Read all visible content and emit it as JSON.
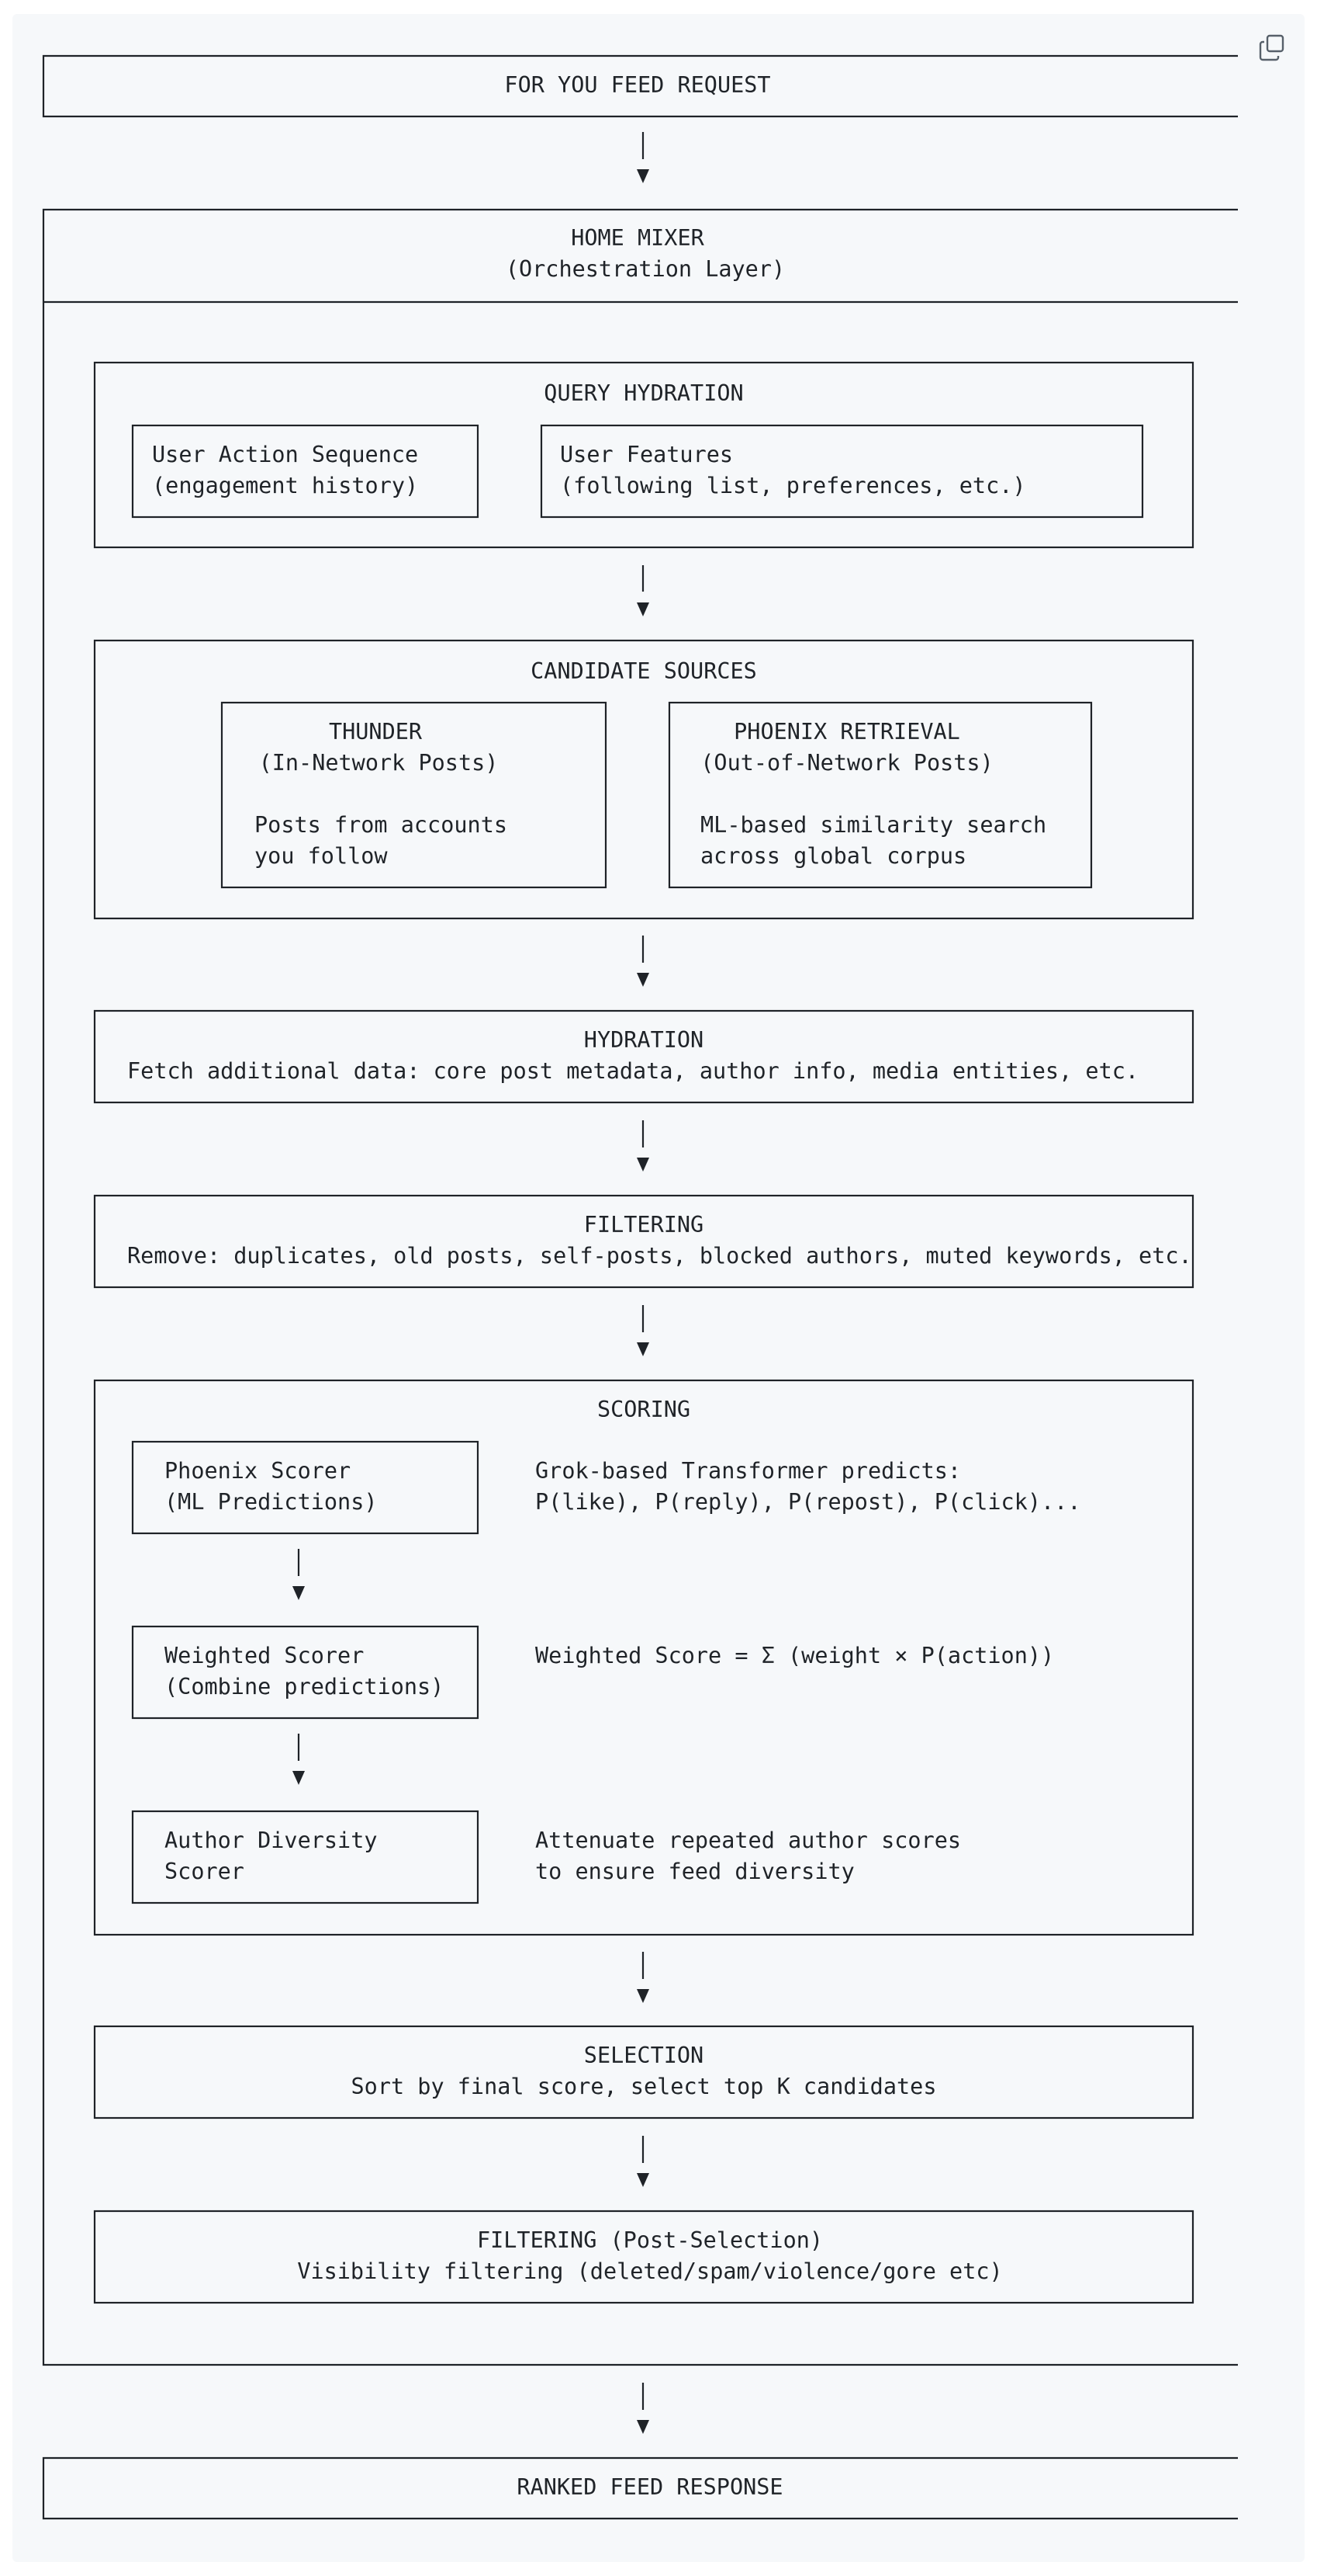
{
  "diagram": {
    "request": "FOR YOU FEED REQUEST",
    "home_mixer": {
      "title": "HOME MIXER",
      "subtitle": "(Orchestration Layer)"
    },
    "query_hydration": {
      "title": "QUERY HYDRATION",
      "user_action": [
        "User Action Sequence",
        "(engagement history)"
      ],
      "user_features": [
        "User Features",
        "(following list, preferences, etc.)"
      ]
    },
    "candidate_sources": {
      "title": "CANDIDATE SOURCES",
      "thunder": [
        "THUNDER",
        "(In-Network Posts)",
        "Posts from accounts",
        "you follow"
      ],
      "phoenix": [
        "PHOENIX RETRIEVAL",
        "(Out-of-Network Posts)",
        "ML-based similarity search",
        "across global corpus"
      ]
    },
    "hydration": {
      "title": "HYDRATION",
      "desc": "Fetch additional data: core post metadata, author info, media entities, etc."
    },
    "filtering": {
      "title": "FILTERING",
      "desc": "Remove: duplicates, old posts, self-posts, blocked authors, muted keywords, etc."
    },
    "scoring": {
      "title": "SCORING",
      "phoenix_scorer": [
        "Phoenix Scorer",
        "(ML Predictions)"
      ],
      "phoenix_note": [
        "Grok-based Transformer predicts:",
        "P(like), P(reply), P(repost), P(click)..."
      ],
      "weighted_scorer": [
        "Weighted Scorer",
        "(Combine predictions)"
      ],
      "weighted_note": "Weighted Score = Σ (weight × P(action))",
      "diversity_scorer": [
        "Author Diversity",
        "Scorer"
      ],
      "diversity_note": [
        "Attenuate repeated author scores",
        "to ensure feed diversity"
      ]
    },
    "selection": {
      "title": "SELECTION",
      "desc": "Sort by final score, select top K candidates"
    },
    "post_filtering": {
      "title": "FILTERING (Post-Selection)",
      "desc": "Visibility filtering (deleted/spam/violence/gore etc)"
    },
    "response": "RANKED FEED RESPONSE"
  }
}
